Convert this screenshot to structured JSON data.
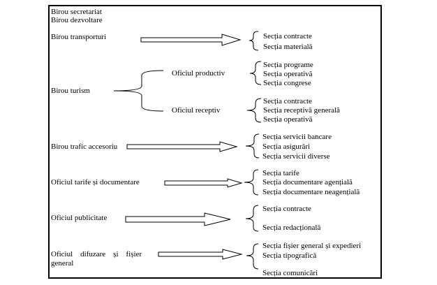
{
  "top_units": [
    "Birou secretariat",
    "Birou dezvoltare"
  ],
  "rows": [
    {
      "source": "Birou transporturi",
      "targets": [
        "Secția contracte",
        "Secția materială"
      ]
    },
    {
      "source": "Birou turism",
      "offices": [
        {
          "name": "Oficiul productiv",
          "targets": [
            "Secția programe",
            "Secția operativă",
            "Secția congrese"
          ]
        },
        {
          "name": "Oficiul receptiv",
          "targets": [
            "Secția contracte",
            "Secția receptivă generală",
            "Secția operativă"
          ]
        }
      ]
    },
    {
      "source": "Birou trafic accesoriu",
      "targets": [
        "Secția servicii bancare",
        "Secția asigurări",
        "Secția servicii diverse"
      ]
    },
    {
      "source": "Oficiul tarife și documentare",
      "targets": [
        "Secția tarife",
        "Secția documentare agențială",
        "Secția documentare neagențială"
      ]
    },
    {
      "source": "Oficiul publicitate",
      "targets": [
        "Secția contracte",
        "Secția redacțională"
      ]
    },
    {
      "source_line1": "Oficiul    difuzare    și    fișier",
      "source_line2": "general",
      "targets": [
        "Secția fișier general și expedieri",
        "Secția tipografică",
        "Secția comunicări"
      ]
    }
  ]
}
